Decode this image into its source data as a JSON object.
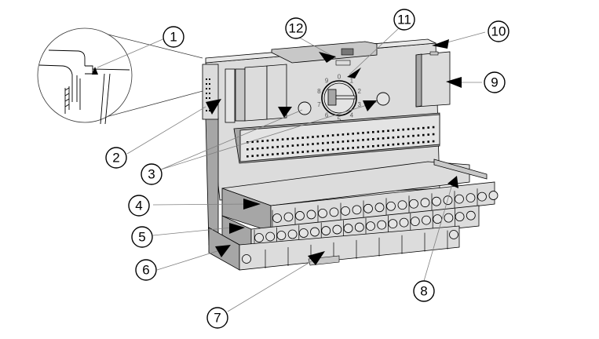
{
  "figure": {
    "subject": "I/O terminal block module (isometric view) with numbered callouts",
    "colors": {
      "body_light": "#dcdcdc",
      "body_mid": "#c8c8c8",
      "body_dark": "#a6a6a6",
      "outline": "#000000",
      "leader": "#808080",
      "background": "#ffffff"
    }
  },
  "callouts": [
    {
      "id": "1",
      "label": "1"
    },
    {
      "id": "2",
      "label": "2"
    },
    {
      "id": "3",
      "label": "3"
    },
    {
      "id": "4",
      "label": "4"
    },
    {
      "id": "5",
      "label": "5"
    },
    {
      "id": "6",
      "label": "6"
    },
    {
      "id": "7",
      "label": "7"
    },
    {
      "id": "8",
      "label": "8"
    },
    {
      "id": "9",
      "label": "9"
    },
    {
      "id": "10",
      "label": "10"
    },
    {
      "id": "11",
      "label": "11"
    },
    {
      "id": "12",
      "label": "12"
    }
  ],
  "rotary_switch": {
    "digits": [
      "0",
      "1",
      "2",
      "3",
      "4",
      "5",
      "6",
      "7",
      "8",
      "9"
    ]
  },
  "terminal_rows": {
    "upper_row_terminals": 20,
    "middle_row_terminals": 20,
    "lower_row_terminals": 2
  }
}
